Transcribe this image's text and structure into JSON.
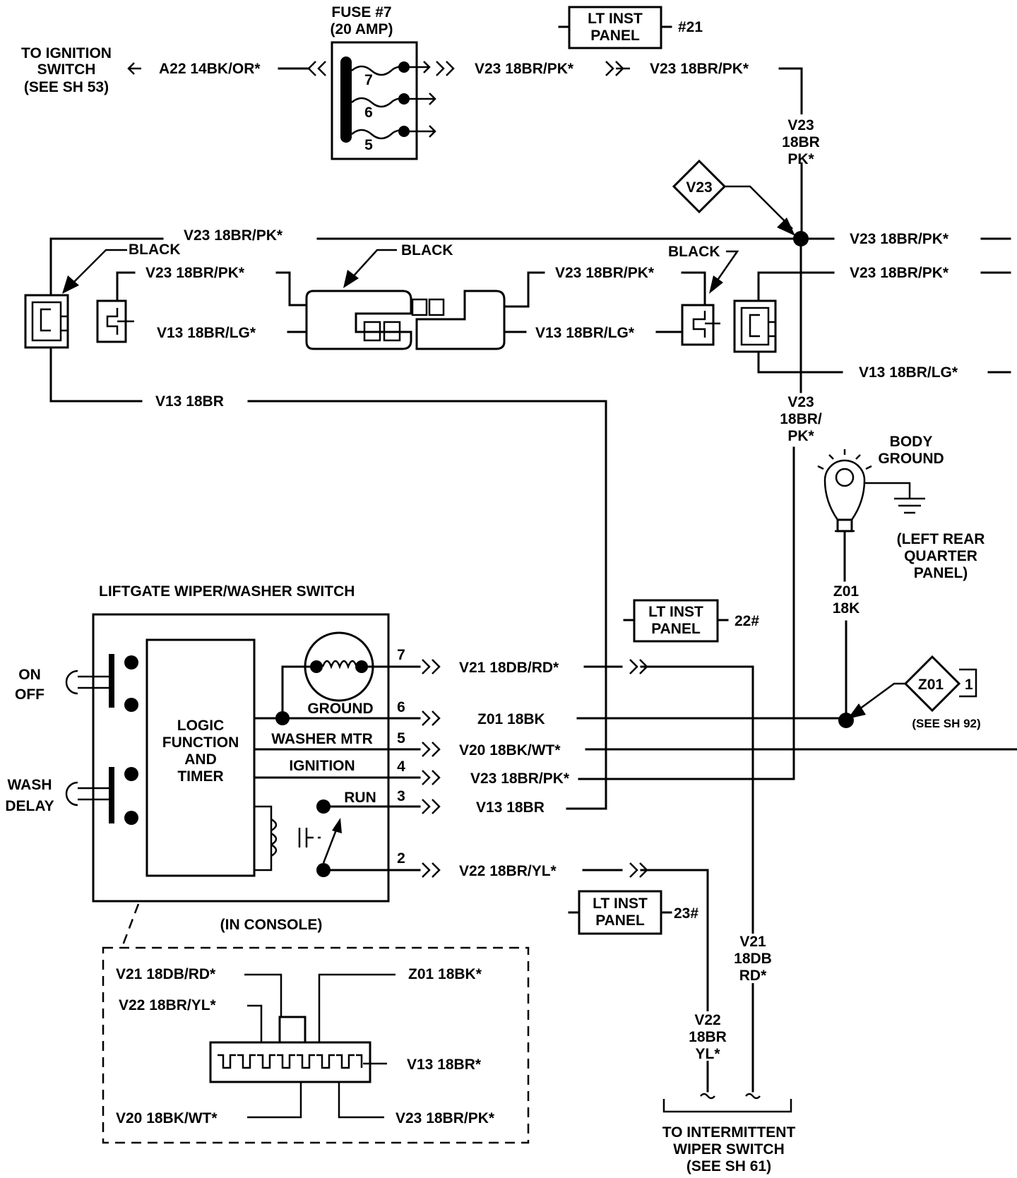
{
  "fuse": {
    "title": "FUSE #7",
    "rating": "(20 AMP)",
    "pins": [
      "7",
      "6",
      "5"
    ]
  },
  "ignition_ref": {
    "line1": "TO IGNITION",
    "line2": "SWITCH",
    "line3": "(SEE SH 53)"
  },
  "wires": {
    "a22": "A22  14BK/OR*",
    "v23_top_1": "V23   18BR/PK*",
    "v23_top_2": "V23   18BR/PK*",
    "v23_vert_1": "V23",
    "v23_vert_2": "18BR",
    "v23_vert_3": "PK*",
    "v23_left_top": "V23   18BR/PK*",
    "v23_right_a": "V23   18BR/PK*",
    "v23_right_b": "V23   18BR/PK*",
    "v23_left_conn": "V23   18BR/PK*",
    "v23_mid_conn": "V23   18BR/PK*",
    "v13_left_conn": "V13   18BR/LG*",
    "v13_mid_conn": "V13   18BR/LG*",
    "v13_right": "V13  18BR/LG*",
    "v13_left_bottom": "V13   18BR",
    "v23_vert2_1": "V23",
    "v23_vert2_2": "18BR/",
    "v23_vert2_3": "PK*",
    "z01_vert_1": "Z01",
    "z01_vert_2": "18K",
    "v21": "V21  18DB/RD*",
    "z01": "Z01  18BK",
    "v20": "V20  18BK/WT*",
    "v23_sw": "V23  18BR/PK*",
    "v13_sw": "V13  18BR",
    "v22": "V22  18BR/YL*",
    "v21_vert_1": "V21",
    "v21_vert_2": "18DB",
    "v21_vert_3": "RD*",
    "v22_vert_1": "V22",
    "v22_vert_2": "18BR",
    "v22_vert_3": "YL*"
  },
  "panels": {
    "p21": {
      "line1": "LT INST",
      "line2": "PANEL",
      "ref": "#21"
    },
    "p22": {
      "line1": "LT INST",
      "line2": "PANEL",
      "ref": "22#"
    },
    "p23": {
      "line1": "LT INST",
      "line2": "PANEL",
      "ref": "23#"
    }
  },
  "splices": {
    "v23": "V23",
    "z01": "Z01",
    "z01_num": "1",
    "z01_ref": "(SEE SH 92)"
  },
  "connectors": {
    "black_1": "BLACK",
    "black_2": "BLACK",
    "black_3": "BLACK"
  },
  "ground": {
    "line1": "BODY",
    "line2": "GROUND",
    "loc1": "(LEFT REAR",
    "loc2": "QUARTER",
    "loc3": "PANEL)"
  },
  "switch": {
    "title": "LIFTGATE WIPER/WASHER SWITCH",
    "location": "(IN CONSOLE)",
    "on": "ON",
    "off": "OFF",
    "wash": "WASH",
    "delay": "DELAY",
    "logic_1": "LOGIC",
    "logic_2": "FUNCTION",
    "logic_3": "AND",
    "logic_4": "TIMER",
    "ground": "GROUND",
    "washer_mtr": "WASHER MTR",
    "ignition": "IGNITION",
    "run": "RUN",
    "pins": [
      "7",
      "6",
      "5",
      "4",
      "3",
      "2"
    ]
  },
  "pinout": {
    "v21": "V21 18DB/RD*",
    "v22": "V22 18BR/YL*",
    "z01": "Z01  18BK*",
    "v13": "V13  18BR*",
    "v20": "V20  18BK/WT*",
    "v23": "V23  18BR/PK*"
  },
  "intermittent": {
    "line1": "TO INTERMITTENT",
    "line2": "WIPER SWITCH",
    "line3": "(SEE SH 61)"
  }
}
